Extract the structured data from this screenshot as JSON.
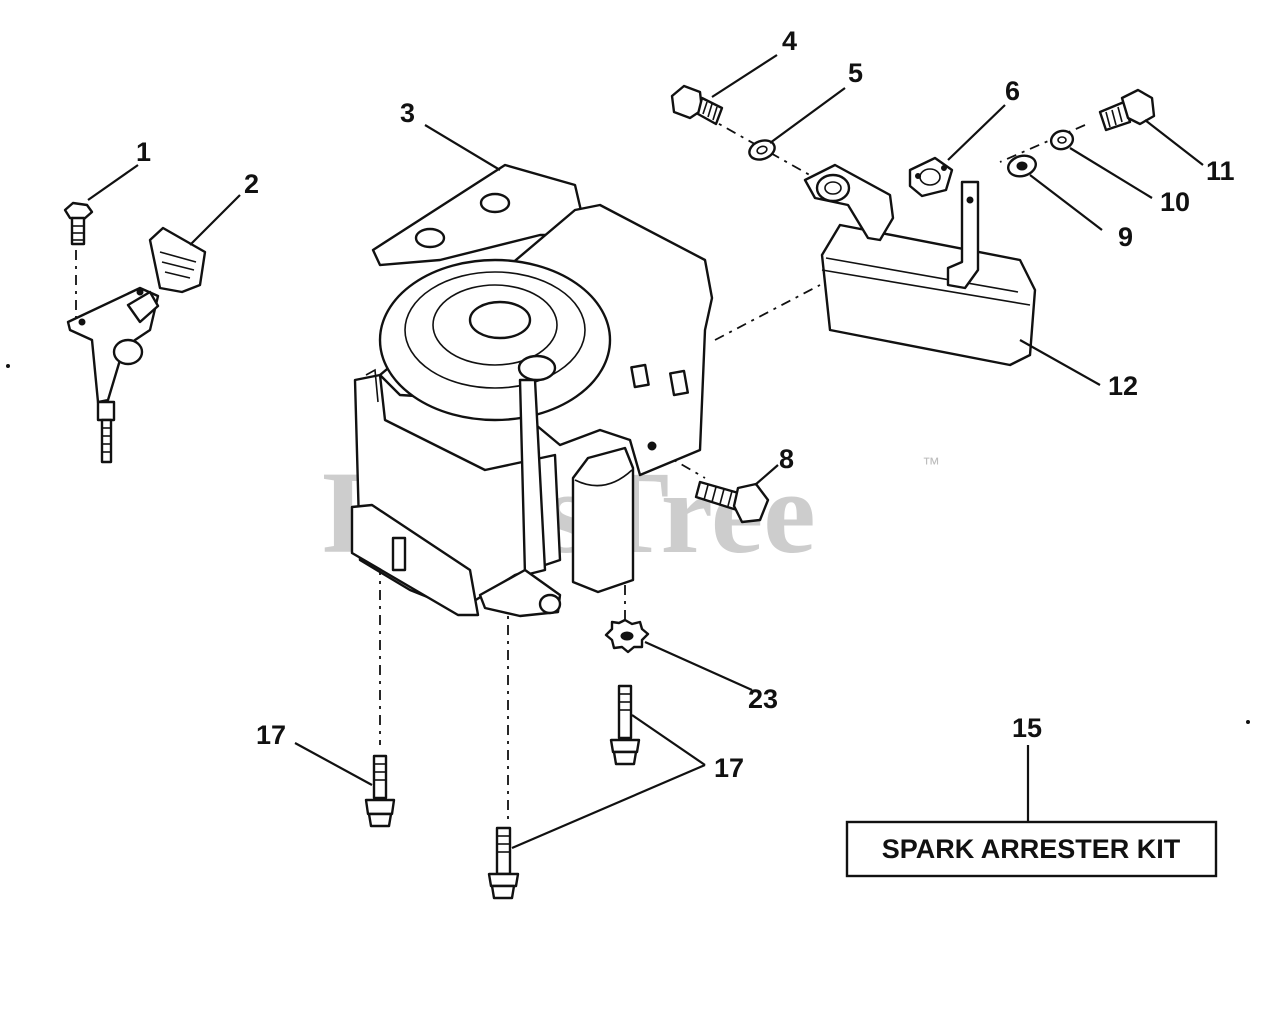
{
  "callouts": {
    "c1": "1",
    "c2": "2",
    "c3": "3",
    "c4": "4",
    "c5": "5",
    "c6": "6",
    "c8": "8",
    "c9": "9",
    "c10": "10",
    "c11": "11",
    "c12": "12",
    "c15": "15",
    "c17a": "17",
    "c17b": "17",
    "c23": "23"
  },
  "kit_label": "SPARK ARRESTER KIT",
  "watermark": {
    "brand": "PartsTree",
    "tm": "™"
  }
}
